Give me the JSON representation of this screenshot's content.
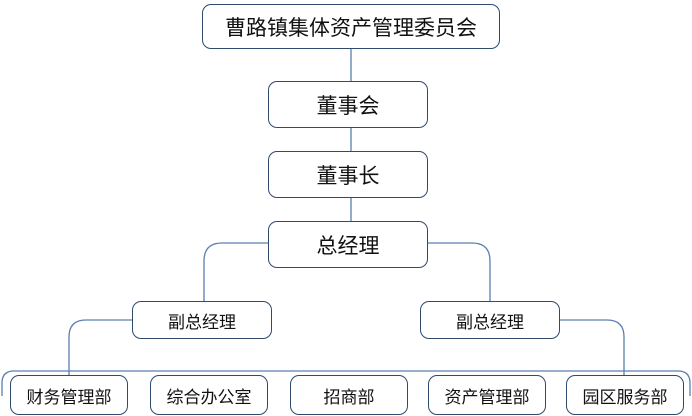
{
  "org": {
    "top": "曹路镇集体资产管理委员会",
    "board": "董事会",
    "chairman": "董事长",
    "general_manager": "总经理",
    "deputy_left": "副总经理",
    "deputy_right": "副总经理",
    "departments": [
      "财务管理部",
      "综合办公室",
      "招商部",
      "资产管理部",
      "园区服务部"
    ]
  },
  "colors": {
    "node_border": "#2f4a6d",
    "connector": "#5b7fb0",
    "text": "#111111",
    "background": "#ffffff"
  }
}
